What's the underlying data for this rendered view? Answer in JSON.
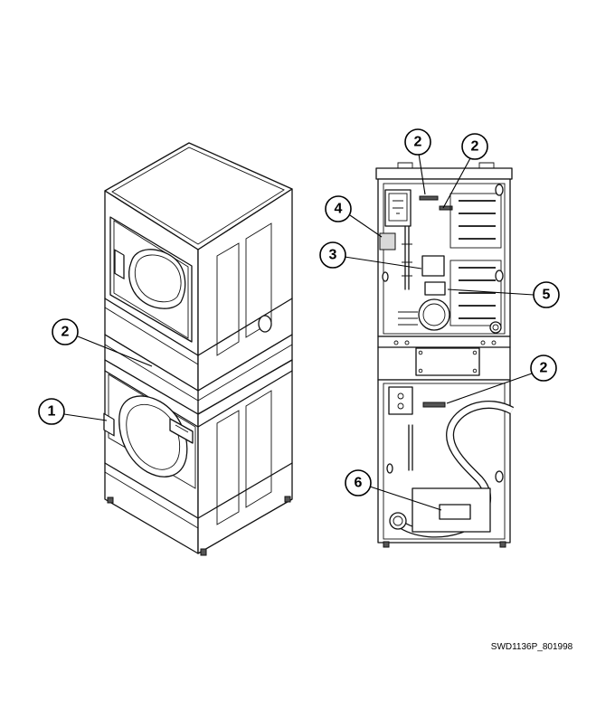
{
  "callouts": [
    {
      "id": "c1",
      "label": "1"
    },
    {
      "id": "c2a",
      "label": "2"
    },
    {
      "id": "c2b",
      "label": "2"
    },
    {
      "id": "c2c",
      "label": "2"
    },
    {
      "id": "c2d",
      "label": "2"
    },
    {
      "id": "c3",
      "label": "3"
    },
    {
      "id": "c4",
      "label": "4"
    },
    {
      "id": "c5",
      "label": "5"
    },
    {
      "id": "c6",
      "label": "6"
    }
  ],
  "figure_code": "SWD1136P_801998"
}
